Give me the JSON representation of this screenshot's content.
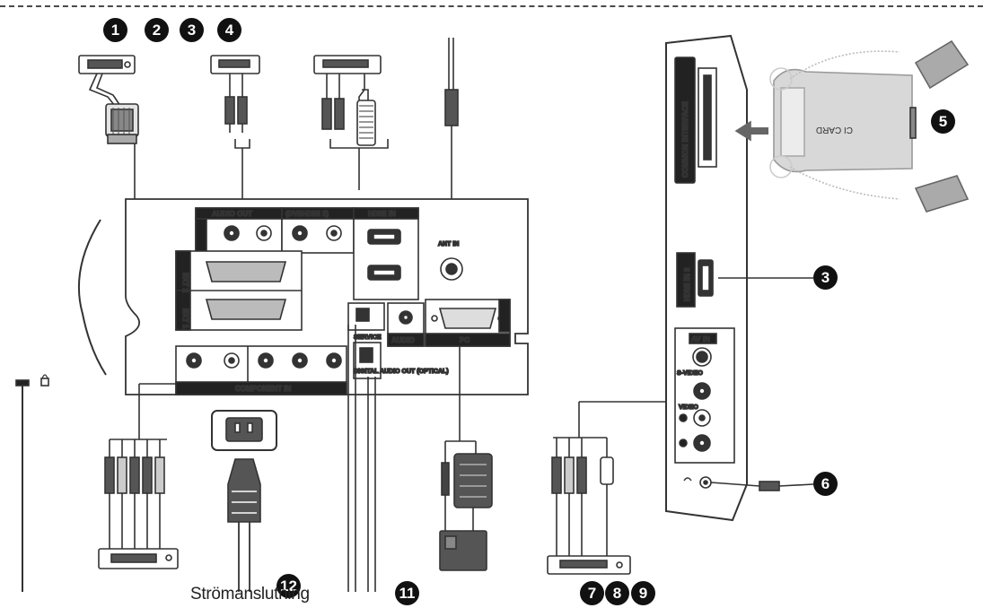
{
  "badges": {
    "b1": "1",
    "b2": "2",
    "b3": "3",
    "b4": "4",
    "b5": "5",
    "b6": "6",
    "b3_side": "3",
    "b7": "7",
    "b8": "8",
    "b9": "9",
    "b11": "11",
    "b12": "12"
  },
  "caption": "Strömanslutning",
  "ports": {
    "av_in": "AV IN",
    "s_video": "S-VIDEO",
    "video": "VIDEO",
    "audio": "AUDIO",
    "pc": "PC",
    "hdmi_in": "HDMI IN",
    "component_in": "COMPONENT IN",
    "ant_in": "ANT IN",
    "common_interface": "COMMON INTERFACE",
    "ci_card": "CI CARD",
    "dvi_hdmi2": "(DVI/HDMI 2)",
    "audio_out": "AUDIO OUT",
    "ext1": "EXT 1",
    "ext2": "EXT 2",
    "optical": "DIGITAL AUDIO OUT (OPTICAL)",
    "service": "SERVICE",
    "hdmi_in_side": "HDMI IN 3"
  }
}
